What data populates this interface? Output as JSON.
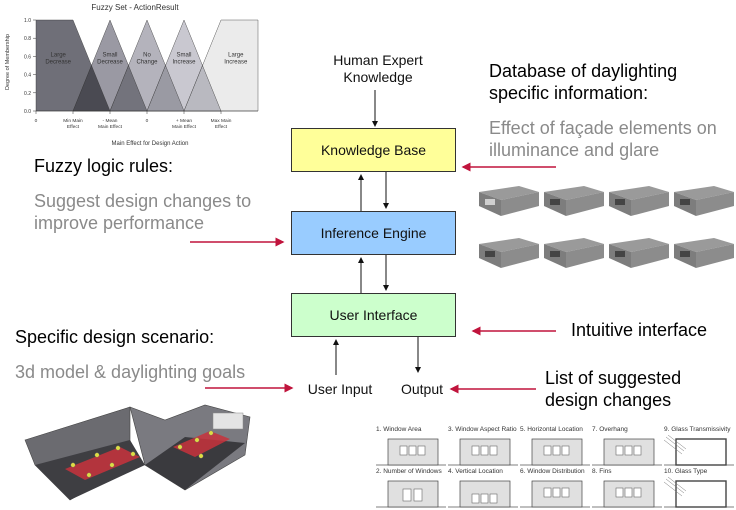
{
  "chart_data": {
    "type": "area",
    "title": "Fuzzy Set - ActionResult",
    "xlabel": "Main Effect for Design Action",
    "ylabel": "Degree of Membership",
    "ylim": [
      0.0,
      1.0
    ],
    "y_ticks": [
      "0.0",
      "0.2",
      "0.4",
      "0.6",
      "0.8",
      "1.0"
    ],
    "x_ticks": [
      "0",
      "Min Main Effect",
      "- Mean Main Effect",
      "0",
      "+ Mean Main Effect",
      "Max Main Effect"
    ],
    "x_tick_positions": [
      0,
      1,
      2,
      3,
      4,
      5
    ],
    "xlim": [
      0,
      6
    ],
    "series": [
      {
        "name": "Large Decrease",
        "label_lines": [
          "Large",
          "Decrease"
        ],
        "color": "#6f6f78",
        "points": [
          [
            0,
            1.0
          ],
          [
            1.0,
            1.0
          ],
          [
            2.0,
            0.0
          ],
          [
            0,
            0.0
          ]
        ]
      },
      {
        "name": "Small Decrease",
        "label_lines": [
          "Small",
          "Decrease"
        ],
        "color": "#9a99a3",
        "points": [
          [
            1.0,
            0.0
          ],
          [
            2.0,
            1.0
          ],
          [
            3.0,
            0.0
          ]
        ]
      },
      {
        "name": "No Change",
        "label_lines": [
          "No",
          "Change"
        ],
        "color": "#b4b3bc",
        "points": [
          [
            2.0,
            0.0
          ],
          [
            3.0,
            1.0
          ],
          [
            4.0,
            0.0
          ]
        ]
      },
      {
        "name": "Small Increase",
        "label_lines": [
          "Small",
          "Increase"
        ],
        "color": "#c9c8d0",
        "points": [
          [
            3.0,
            0.0
          ],
          [
            4.0,
            1.0
          ],
          [
            5.0,
            0.0
          ]
        ]
      },
      {
        "name": "Large Increase",
        "label_lines": [
          "Large",
          "Increase"
        ],
        "color": "#ebebeb",
        "points": [
          [
            4.0,
            0.0
          ],
          [
            5.0,
            1.0
          ],
          [
            6.0,
            1.0
          ],
          [
            6.0,
            0.0
          ]
        ]
      }
    ],
    "overlap_colors": [
      "#4a4a52",
      "#73737c",
      "#9a9aa3",
      "#b9b9c0"
    ]
  },
  "flow": {
    "human_expert": [
      "Human Expert",
      "Knowledge"
    ],
    "knowledge_base": "Knowledge Base",
    "inference_engine": "Inference Engine",
    "user_interface": "User Interface",
    "user_input": "User Input",
    "output": "Output",
    "colors": {
      "knowledge_base": "#ffff99",
      "inference_engine": "#99ccff",
      "user_interface": "#ccffcc",
      "arrow_red": "#c0143c"
    }
  },
  "annotations": {
    "database": {
      "heading": "Database of daylighting specific information:",
      "sub": "Effect of façade elements on illuminance and glare"
    },
    "fuzzy_rules": {
      "heading": "Fuzzy logic rules:",
      "sub": "Suggest design changes to improve performance"
    },
    "scenario": {
      "heading": "Specific design scenario:",
      "sub": "3d model & daylighting goals"
    },
    "interface": {
      "heading": "Intuitive interface"
    },
    "suggestions": {
      "heading": "List of suggested design changes"
    }
  },
  "design_changes": [
    "1. Window Area",
    "2. Number of Windows",
    "3. Window Aspect Ratio",
    "4. Vertical Location",
    "5. Horizontal Location",
    "6. Window Distribution",
    "7. Overhang",
    "8. Fins",
    "9. Glass Transmissivity",
    "10. Glass Type"
  ]
}
